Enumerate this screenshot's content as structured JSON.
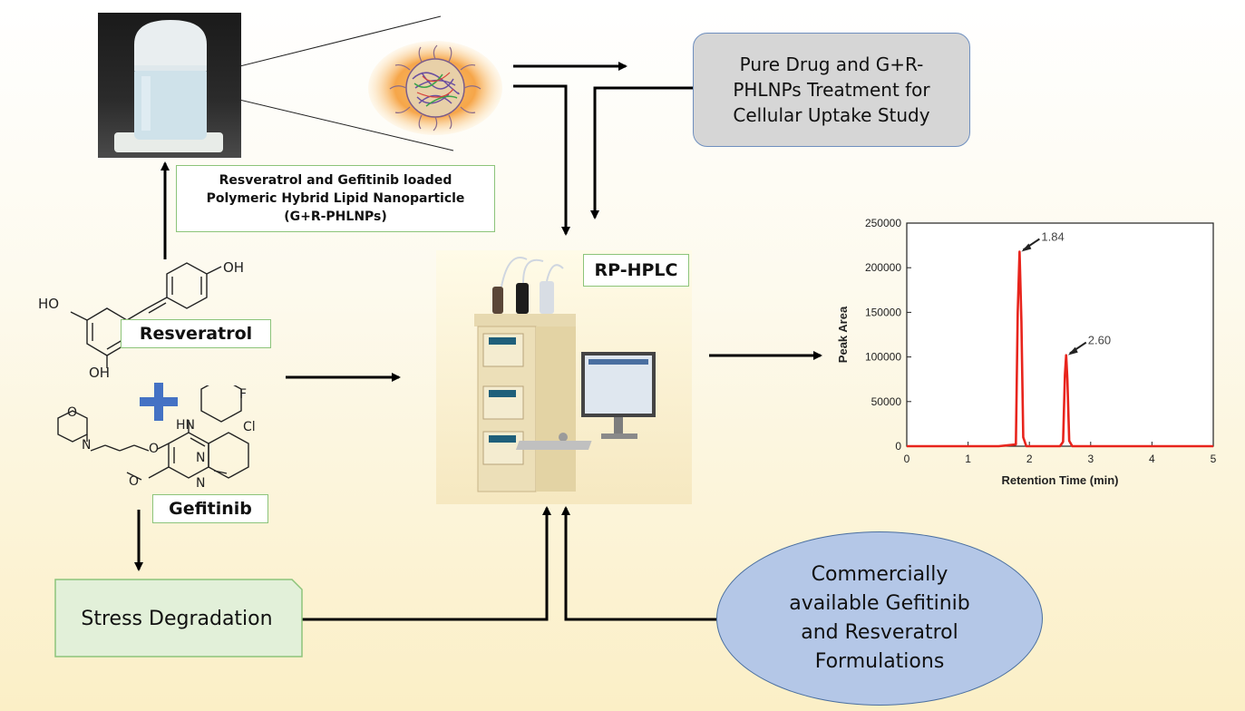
{
  "labels": {
    "nanoparticle": "Resveratrol and Gefitinib loaded\nPolymeric Hybrid Lipid Nanoparticle\n(G+R-PHLNPs)",
    "resveratrol": "Resveratrol",
    "gefitinib": "Gefitinib",
    "rphplc": "RP-HPLC",
    "cellular": "Pure Drug and G+R-\nPHLNPs Treatment for\nCellular Uptake Study",
    "stress": "Stress Degradation",
    "commercial": "Commercially\navailable Gefitinib\nand Resveratrol\nFormulations"
  },
  "structures": {
    "resveratrol_groups": [
      "HO",
      "OH",
      "OH"
    ],
    "gefitinib_groups": [
      "O",
      "N",
      "O",
      "O",
      "HN",
      "F",
      "Cl",
      "N",
      "N"
    ]
  },
  "colors": {
    "green_border": "#8cc47a",
    "gray_box": "#d6d6d6",
    "blue_ellipse": "#b4c7e7",
    "chart_line": "#e8241c",
    "plus": "#4472c4"
  },
  "chart_data": {
    "type": "line",
    "xlabel": "Retention Time (min)",
    "ylabel": "Peak Area",
    "xlim": [
      0,
      5
    ],
    "ylim": [
      0,
      250000
    ],
    "xticks": [
      0,
      1,
      2,
      3,
      4,
      5
    ],
    "yticks": [
      0,
      50000,
      100000,
      150000,
      200000,
      250000
    ],
    "x": [
      0,
      1.5,
      1.78,
      1.81,
      1.84,
      1.87,
      1.9,
      1.95,
      2.5,
      2.55,
      2.58,
      2.6,
      2.62,
      2.65,
      2.7,
      3.5,
      5
    ],
    "y": [
      0,
      0,
      2000,
      150000,
      218000,
      140000,
      10000,
      0,
      0,
      5000,
      80000,
      102000,
      75000,
      6000,
      0,
      0,
      0
    ],
    "annotations": [
      {
        "text": "1.84",
        "x": 1.84,
        "y": 218000
      },
      {
        "text": "2.60",
        "x": 2.6,
        "y": 102000
      }
    ]
  }
}
